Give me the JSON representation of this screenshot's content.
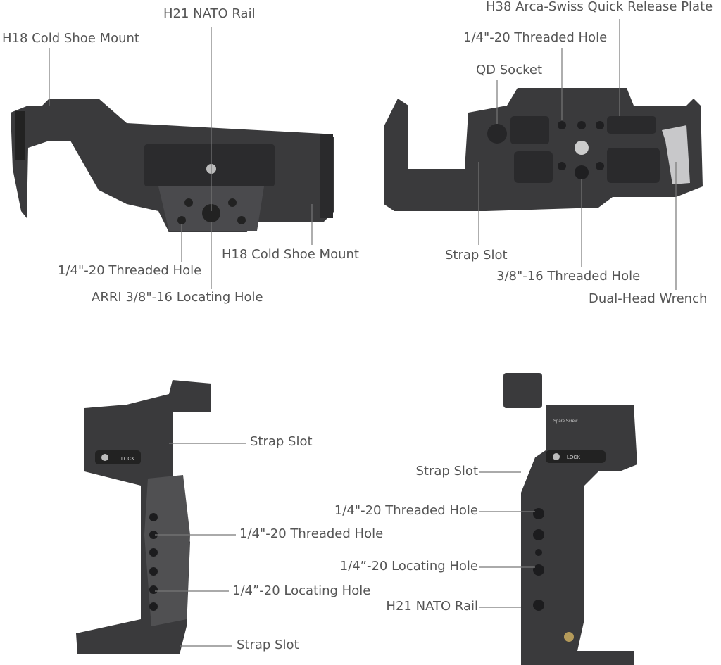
{
  "top_left_view": {
    "labels": {
      "nato_rail": "H21 NATO Rail",
      "cold_shoe_left": "H18 Cold Shoe Mount",
      "cold_shoe_right": "H18 Cold Shoe Mount",
      "threaded_hole": "1/4\"-20 Threaded Hole",
      "arri_hole": "ARRI 3/8\"-16 Locating Hole"
    }
  },
  "top_right_view": {
    "labels": {
      "arca_plate": "H38 Arca-Swiss Quick Release Plate",
      "threaded_hole": "1/4\"-20 Threaded Hole",
      "qd_socket": "QD Socket",
      "strap_slot": "Strap Slot",
      "threaded_hole_38": "3/8\"-16 Threaded Hole",
      "wrench": "Dual-Head Wrench"
    }
  },
  "bottom_left_view": {
    "labels": {
      "strap_slot_top": "Strap Slot",
      "threaded_hole": "1/4\"-20 Threaded Hole",
      "locating_hole": "1/4”-20 Locating Hole",
      "strap_slot_bottom": "Strap Slot"
    },
    "product_text": {
      "lock": "LOCK"
    }
  },
  "bottom_right_view": {
    "labels": {
      "strap_slot": "Strap Slot",
      "threaded_hole": "1/4\"-20 Threaded Hole",
      "locating_hole": "1/4”-20 Locating Hole",
      "nato_rail": "H21 NATO Rail"
    },
    "product_text": {
      "lock": "LOCK",
      "spare_screw": "Spare Screw"
    }
  }
}
